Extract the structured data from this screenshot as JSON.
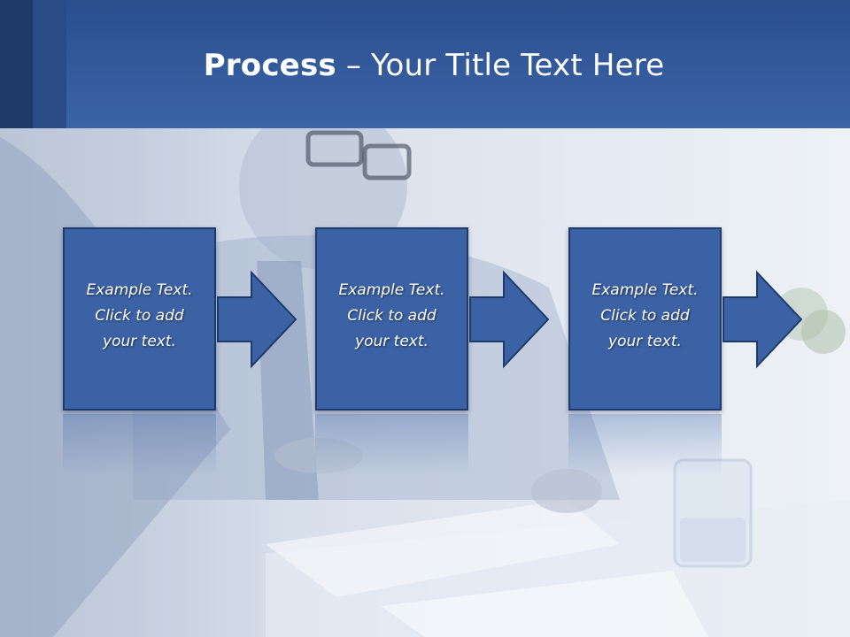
{
  "title": {
    "bold": "Process",
    "rest": " – Your Title Text Here"
  },
  "steps": [
    {
      "line1": "Example Text.",
      "line2": "Click  to add",
      "line3": "your text."
    },
    {
      "line1": "Example Text.",
      "line2": "Click  to add",
      "line3": "your text."
    },
    {
      "line1": "Example Text.",
      "line2": "Click  to add",
      "line3": "your text."
    }
  ],
  "colors": {
    "header": "#3a64a8",
    "box_fill": "#3b62a5",
    "box_border": "#1e3a6a",
    "text": "#ffffff"
  }
}
